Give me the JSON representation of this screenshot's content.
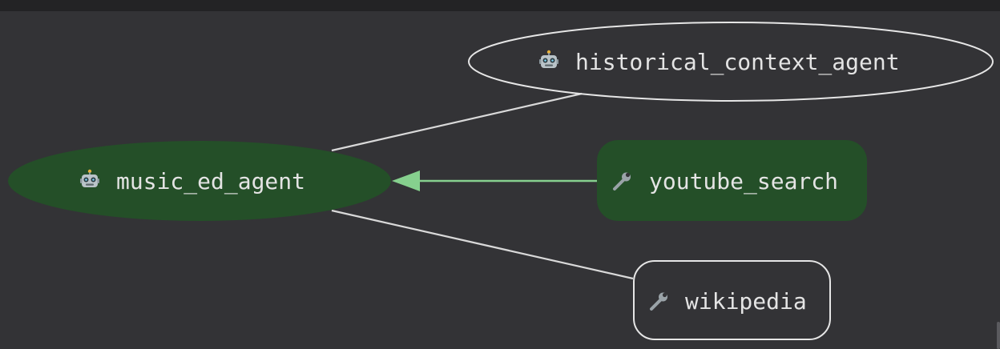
{
  "graph": {
    "nodes": [
      {
        "id": "historical_context_agent",
        "label": "historical_context_agent",
        "kind": "agent",
        "icon": "robot-icon",
        "highlighted": false
      },
      {
        "id": "music_ed_agent",
        "label": "music_ed_agent",
        "kind": "agent",
        "icon": "robot-icon",
        "highlighted": true
      },
      {
        "id": "youtube_search",
        "label": "youtube_search",
        "kind": "tool",
        "icon": "wrench-icon",
        "highlighted": true
      },
      {
        "id": "wikipedia",
        "label": "wikipedia",
        "kind": "tool",
        "icon": "wrench-icon",
        "highlighted": false
      }
    ],
    "edges": [
      {
        "from": "music_ed_agent",
        "to": "historical_context_agent",
        "active": false
      },
      {
        "from": "youtube_search",
        "to": "music_ed_agent",
        "active": true
      },
      {
        "from": "music_ed_agent",
        "to": "wikipedia",
        "active": false
      }
    ],
    "colors": {
      "background": "#333336",
      "node_fill_active": "#244f28",
      "node_stroke": "#e6e6e6",
      "edge_default": "#d9d9d9",
      "edge_active": "#86d08e",
      "text": "#e4e4e4"
    }
  }
}
